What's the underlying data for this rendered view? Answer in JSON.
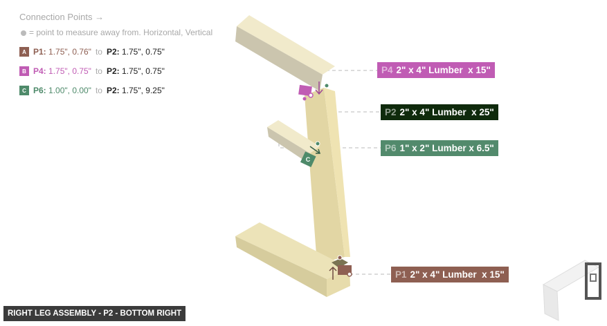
{
  "legend": {
    "title": "Connection Points →",
    "note": "= point to measure away from. Horizontal, Vertical",
    "connections": [
      {
        "badge": "A",
        "color": "#8e5f52",
        "from": "P1:",
        "from_val": "1.75\", 0.76\"",
        "to": "to",
        "to_part": "P2:",
        "to_val": "1.75\", 0.75\""
      },
      {
        "badge": "B",
        "color": "#c05cb4",
        "from": "P4:",
        "from_val": "1.75\", 0.75\"",
        "to": "to",
        "to_part": "P2:",
        "to_val": "1.75\", 0.75\""
      },
      {
        "badge": "C",
        "color": "#4e8a6a",
        "from": "P6:",
        "from_val": "1.00\", 0.00\"",
        "to": "to",
        "to_part": "P2:",
        "to_val": "1.75\", 9.25\""
      }
    ]
  },
  "parts": [
    {
      "id": "P4",
      "desc": "2\" x 4\" Lumber  x 15\"",
      "color": "#c05cb4"
    },
    {
      "id": "P2",
      "desc": "2\" x 4\" Lumber  x 25\"",
      "color": "#0f2a0c"
    },
    {
      "id": "P6",
      "desc": "1\" x 2\" Lumber x 6.5\"",
      "color": "#528a6c"
    },
    {
      "id": "P1",
      "desc": "2\" x 4\" Lumber  x 15\"",
      "color": "#8e5f52"
    }
  ],
  "footer": "RIGHT LEG ASSEMBLY - P2 - BOTTOM RIGHT",
  "thumbnail": "assembly-preview-icon"
}
